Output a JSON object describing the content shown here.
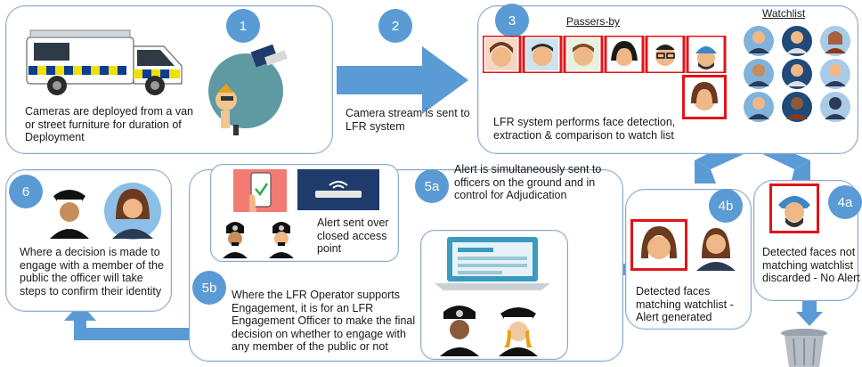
{
  "steps": {
    "s1": {
      "badge": "1",
      "text": "Cameras are deployed from a van or street furniture for duration of Deployment"
    },
    "s2": {
      "badge": "2",
      "text": "Camera stream is sent to LFR system"
    },
    "s3": {
      "badge": "3",
      "passersby_label": "Passers-by",
      "watchlist_label": "Watchlist",
      "text": "LFR system performs face detection, extraction & comparison to watch list"
    },
    "s4a": {
      "badge": "4a",
      "text": "Detected faces not matching watchlist discarded - No Alert"
    },
    "s4b": {
      "badge": "4b",
      "text": "Detected faces matching watchlist - Alert generated"
    },
    "s5a": {
      "badge": "5a",
      "text": "Alert is simultaneously sent to officers on the ground and in control for Adjudication",
      "inner_text": "Alert sent over closed access point"
    },
    "s5b": {
      "badge": "5b",
      "text": "Where the LFR Operator supports Engagement, it is for an LFR Engagement Officer to make the final decision on whether to engage with any member of the public or not"
    },
    "s6": {
      "badge": "6",
      "text": "Where a decision is made to engage with a member of the public the officer will take steps to confirm their identity"
    }
  },
  "colors": {
    "arrow": "#5b9bd5",
    "badge": "#5b9bd5",
    "match_frame": "#e0141b",
    "box_border": "#8fa9c9"
  }
}
